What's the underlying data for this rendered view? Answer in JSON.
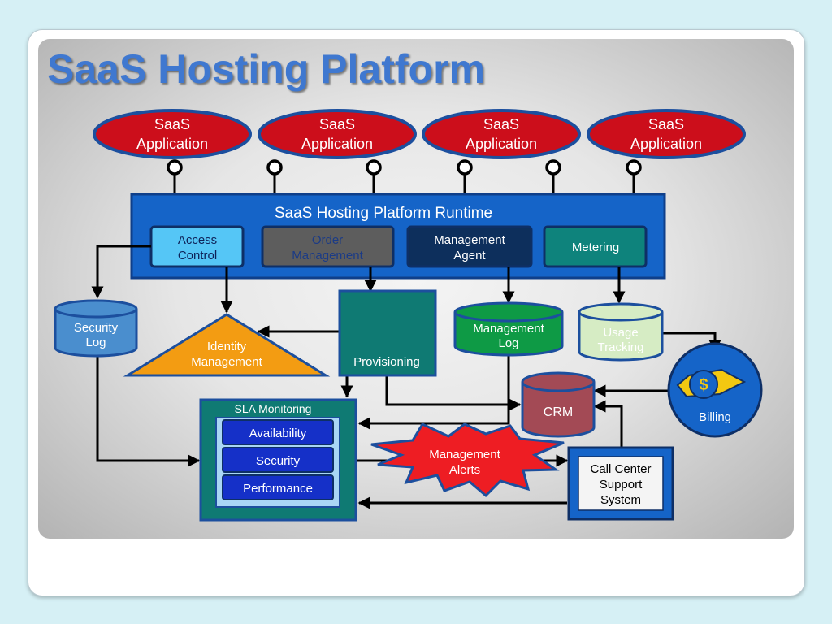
{
  "title": "SaaS Hosting Platform",
  "apps": [
    {
      "line1": "SaaS",
      "line2": "Application"
    },
    {
      "line1": "SaaS",
      "line2": "Application"
    },
    {
      "line1": "SaaS",
      "line2": "Application"
    },
    {
      "line1": "SaaS",
      "line2": "Application"
    }
  ],
  "runtime": {
    "label": "SaaS Hosting Platform Runtime",
    "access_control": {
      "line1": "Access",
      "line2": "Control"
    },
    "order_management": {
      "line1": "Order",
      "line2": "Management"
    },
    "management_agent": {
      "line1": "Management",
      "line2": "Agent"
    },
    "metering": "Metering"
  },
  "security_log": {
    "line1": "Security",
    "line2": "Log"
  },
  "identity_management": {
    "line1": "Identity",
    "line2": "Management"
  },
  "provisioning": "Provisioning",
  "management_log": {
    "line1": "Management",
    "line2": "Log"
  },
  "usage_tracking": {
    "line1": "Usage",
    "line2": "Tracking"
  },
  "billing": "Billing",
  "crm": "CRM",
  "sla": {
    "label": "SLA Monitoring",
    "availability": "Availability",
    "security": "Security",
    "performance": "Performance"
  },
  "management_alerts": {
    "line1": "Management",
    "line2": "Alerts"
  },
  "call_center": {
    "line1": "Call Center",
    "line2": "Support",
    "line3": "System"
  },
  "colors": {
    "app_red": "#cc0e1b",
    "runtime_blue": "#1564c8",
    "teal": "#0f7a73",
    "identity_orange": "#f39c12",
    "log_green": "#0e9a45"
  }
}
